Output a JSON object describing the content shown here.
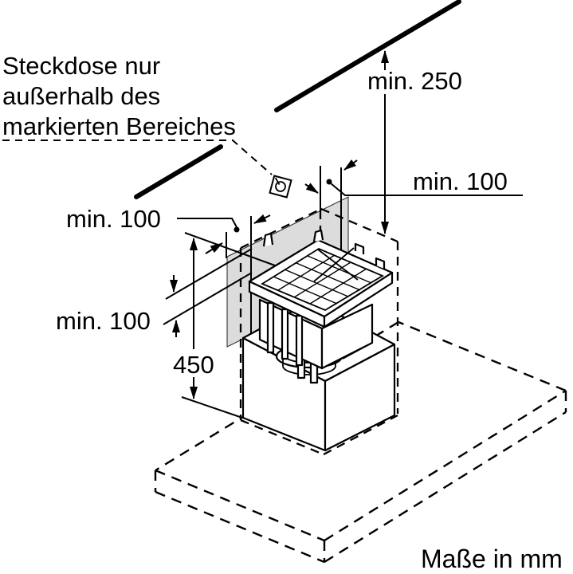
{
  "note": {
    "line1": "Steckdose nur",
    "line2": "außerhalb des",
    "line3": "markierten Bereiches"
  },
  "dimensions": {
    "ceiling_clearance": "min. 250",
    "right_clearance": "min. 100",
    "left_clearance": "min. 100",
    "lower_clearance": "min. 100",
    "marked_area_height": "450"
  },
  "footer": {
    "units_note": "Maße in mm"
  },
  "icons": {
    "socket": "power-socket-icon"
  },
  "colors": {
    "marked_wall_fill": "#dcdcdc",
    "line": "#000000",
    "background": "#ffffff"
  }
}
